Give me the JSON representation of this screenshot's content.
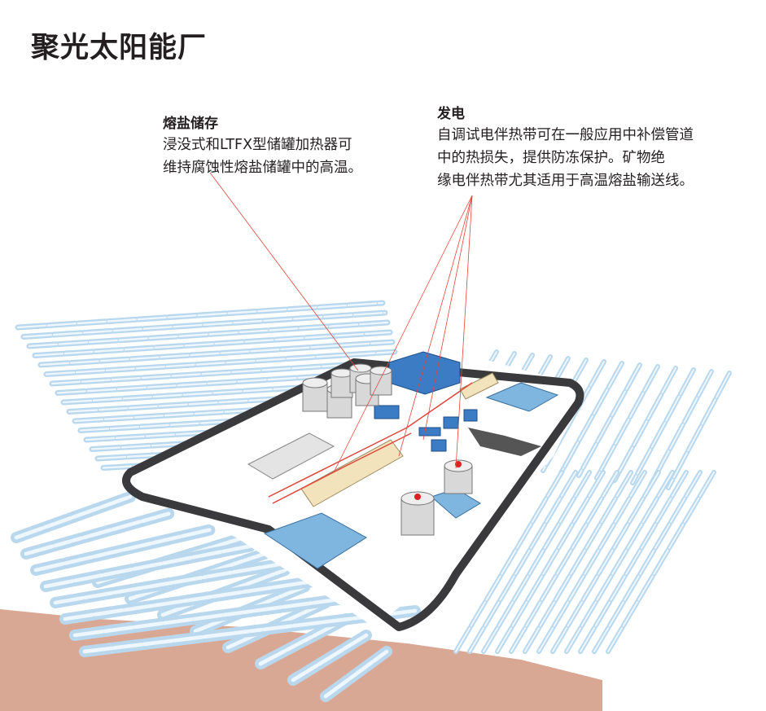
{
  "title": "聚光太阳能厂",
  "callouts": {
    "storage": {
      "heading": "熔盐储存",
      "lines": [
        "浸没式和LTFX型储罐加热器可",
        "维持腐蚀性熔盐储罐中的高温。"
      ]
    },
    "power": {
      "heading": "发电",
      "lines": [
        "自调试电伴热带可在一般应用中补偿管道",
        "中的热损失，提供防冻保护。矿物绝",
        "缘电伴热带尤其适用于高温熔盐输送线。"
      ]
    }
  },
  "colors": {
    "callout_line": "#e2453c",
    "ground": "#d9a894",
    "road": "#3a3a3c",
    "pool": "#7fb6e0",
    "building": "#3b7cc4",
    "collector": "#b9d8ee",
    "heater": "#f3e3bd"
  }
}
